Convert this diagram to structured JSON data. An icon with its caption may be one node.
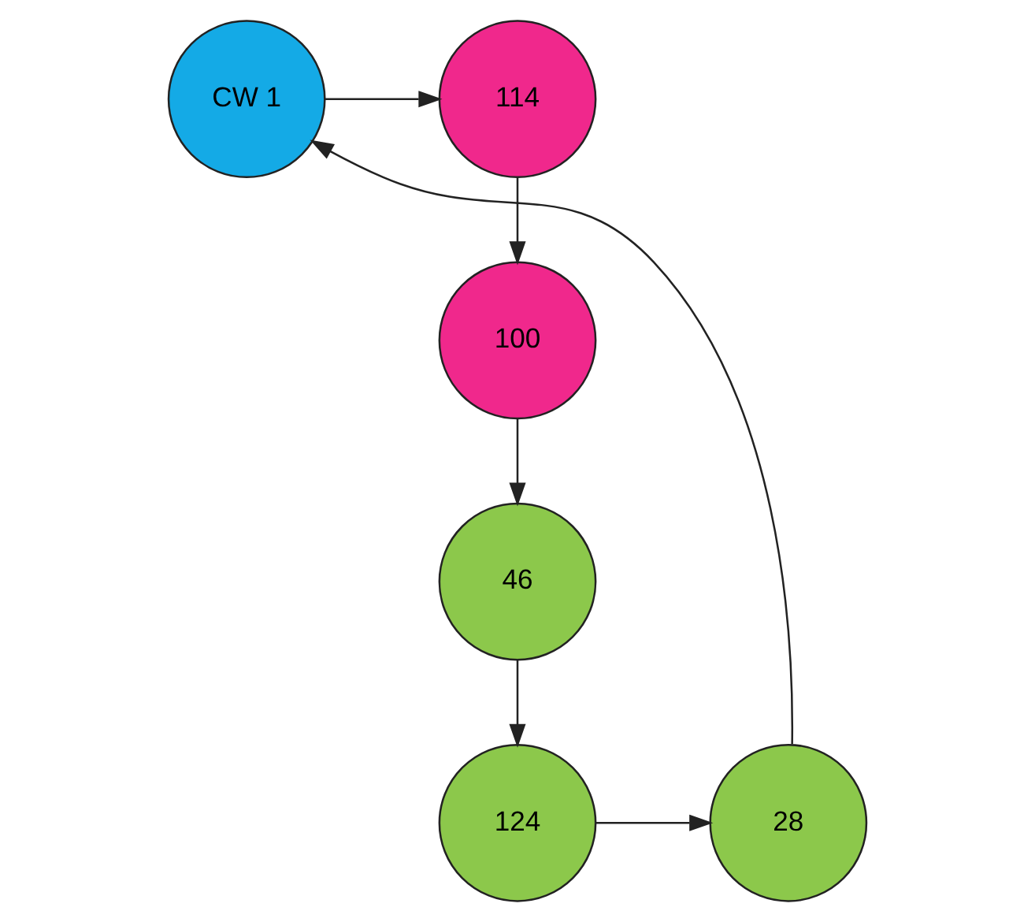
{
  "diagram": {
    "nodes": [
      {
        "text": [
          "114"
        ]
      },
      {
        "text": [
          "CW 1"
        ]
      },
      {
        "text": [
          "100"
        ]
      },
      {
        "text": [
          "46"
        ]
      },
      {
        "text": [
          "28"
        ]
      },
      {
        "text": [
          "124"
        ]
      }
    ],
    "edges": [
      {
        "from": 1,
        "to": 0,
        "arrow": "to"
      },
      {
        "from": 0,
        "to": 2,
        "arrow": "to"
      },
      {
        "from": 2,
        "to": 3,
        "arrow": "to"
      },
      {
        "from": 3,
        "to": 5,
        "arrow": "to"
      },
      {
        "from": 5,
        "to": 4,
        "arrow": "to"
      },
      {
        "from": 4,
        "to": 1,
        "arrow": "to"
      }
    ]
  }
}
